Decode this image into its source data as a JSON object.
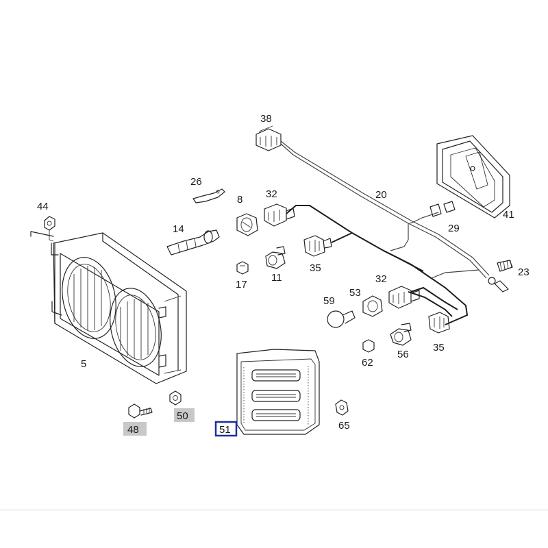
{
  "diagram": {
    "parts": [
      {
        "key": "p44",
        "label": "44"
      },
      {
        "key": "p5",
        "label": "5"
      },
      {
        "key": "p48",
        "label": "48"
      },
      {
        "key": "p50",
        "label": "50"
      },
      {
        "key": "p26",
        "label": "26"
      },
      {
        "key": "p14",
        "label": "14"
      },
      {
        "key": "p8",
        "label": "8"
      },
      {
        "key": "p32a",
        "label": "32"
      },
      {
        "key": "p38",
        "label": "38"
      },
      {
        "key": "p20",
        "label": "20"
      },
      {
        "key": "p41",
        "label": "41"
      },
      {
        "key": "p29",
        "label": "29"
      },
      {
        "key": "p23",
        "label": "23"
      },
      {
        "key": "p35a",
        "label": "35"
      },
      {
        "key": "p17",
        "label": "17"
      },
      {
        "key": "p11",
        "label": "11"
      },
      {
        "key": "p53",
        "label": "53"
      },
      {
        "key": "p32b",
        "label": "32"
      },
      {
        "key": "p59",
        "label": "59"
      },
      {
        "key": "p62",
        "label": "62"
      },
      {
        "key": "p56",
        "label": "56"
      },
      {
        "key": "p35b",
        "label": "35"
      },
      {
        "key": "p51",
        "label": "51"
      },
      {
        "key": "p65",
        "label": "65"
      }
    ],
    "highlight_colors": {
      "gray_box": "#c8c8c8",
      "selected_border": "#1a2fa0"
    }
  }
}
